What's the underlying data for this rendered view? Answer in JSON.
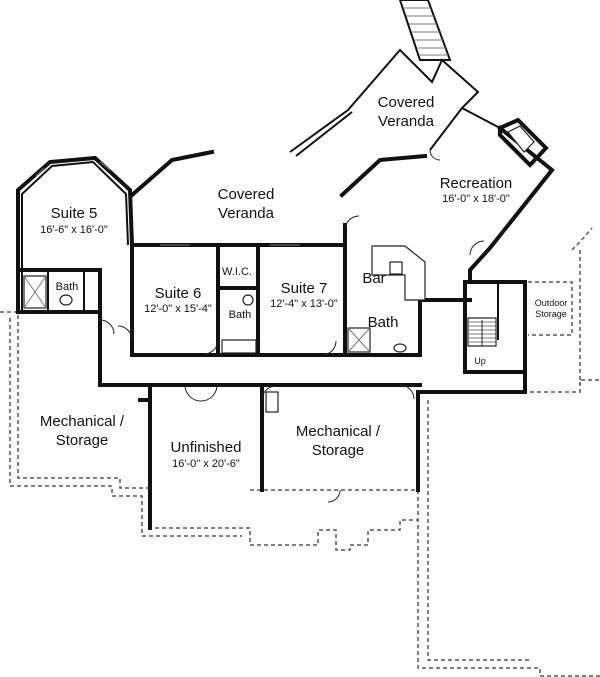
{
  "rooms": {
    "covered_veranda_top": {
      "line1": "Covered",
      "line2": "Veranda"
    },
    "covered_veranda_main": {
      "line1": "Covered",
      "line2": "Veranda"
    },
    "recreation": {
      "name": "Recreation",
      "dims": "16'-0\" x 18'-0\""
    },
    "suite5": {
      "name": "Suite 5",
      "dims": "16'-6\" x 16'-0\""
    },
    "suite6": {
      "name": "Suite 6",
      "dims": "12'-0\" x 15'-4\""
    },
    "suite7": {
      "name": "Suite 7",
      "dims": "12'-4\" x 13'-0\""
    },
    "wic": {
      "name": "W.I.C."
    },
    "bath_suite5": {
      "name": "Bath"
    },
    "bath_suite6": {
      "name": "Bath"
    },
    "bath_suite7": {
      "name": "Bath"
    },
    "bar": {
      "name": "Bar"
    },
    "outdoor_storage": {
      "line1": "Outdoor",
      "line2": "Storage"
    },
    "stair_up": {
      "name": "Up"
    },
    "mech_left": {
      "line1": "Mechanical /",
      "line2": "Storage"
    },
    "unfinished": {
      "name": "Unfinished",
      "dims": "16'-0\" x 20'-6\""
    },
    "mech_right": {
      "line1": "Mechanical /",
      "line2": "Storage"
    }
  }
}
